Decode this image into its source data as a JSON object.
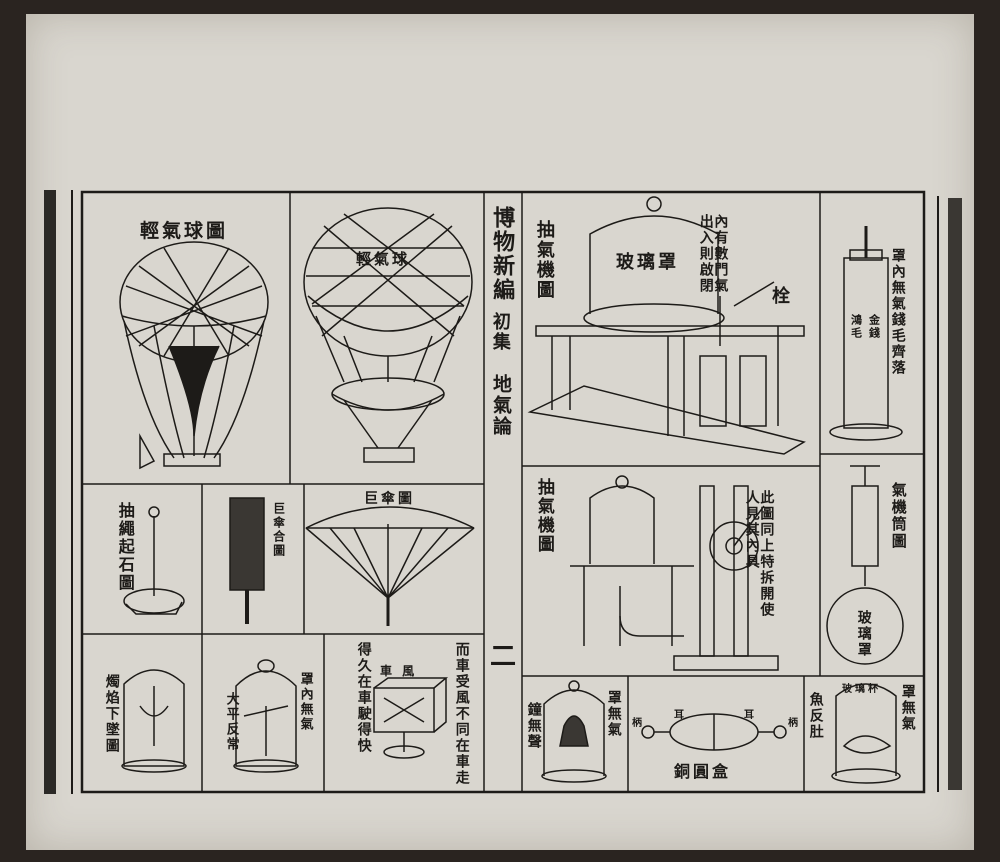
{
  "book": {
    "title": "博物新編",
    "volume": "初集",
    "chapter": "地氣論",
    "page_number": "二"
  },
  "figures": {
    "balloon": "輕氣球圖",
    "balloon_globe_text": "輕氣球",
    "parachute": "巨傘圖",
    "umbrella": "巨傘合圖",
    "pump_lift_stone": "抽繩起石圖",
    "candle": "燭焰下墜圖",
    "balance": "大平反常",
    "no_air_bell": "罩內無氣",
    "carriage_note": "得久在車駛得快",
    "carriage_note2": "而車受風不同在車走",
    "carriage_label": "車 風",
    "air_pump": "抽氣機圖",
    "glass_cover": "玻璃罩",
    "valve_note": "內有數門氣出入則啟閉",
    "stopper": "栓",
    "air_pump2": "抽氣機圖",
    "air_pump2_note": "此圖同上特拆開使人見其內具",
    "coin_feather": "罩內無氣錢毛齊落",
    "coin": "金錢",
    "feather": "鴻毛",
    "barrel": "氣機筒圖",
    "glass_flask": "玻璃罩",
    "bell": "鐘無聲",
    "no_air_bell2": "罩無氣",
    "copper_box": "銅圓盒",
    "handle_l": "柄",
    "handle_r": "柄",
    "ear_l": "耳",
    "ear_r": "耳",
    "fish": "魚反肚",
    "fish_cover": "罩無氣",
    "fish_glass": "玻璃杯"
  },
  "colors": {
    "paper": "#d9d6cf",
    "ink": "#1d1b18",
    "backdrop": "#2a2420"
  }
}
